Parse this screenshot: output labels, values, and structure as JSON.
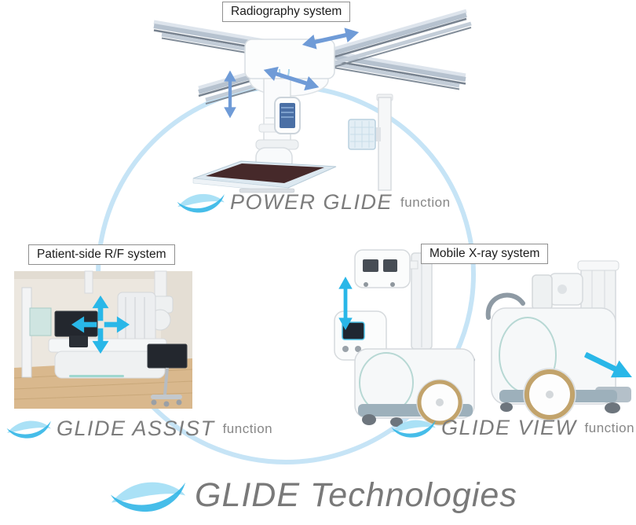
{
  "sections": {
    "radiography": {
      "label": "Radiography system",
      "function_name": "POWER GLIDE",
      "function_suffix": "function"
    },
    "rf": {
      "label": "Patient-side R/F system",
      "function_name": "GLIDE ASSIST",
      "function_suffix": "function"
    },
    "mobile": {
      "label": "Mobile X-ray system",
      "function_name": "GLIDE VIEW",
      "function_suffix": "function"
    }
  },
  "footer": {
    "title": "GLIDE Technologies"
  },
  "colors": {
    "ring": "#c6e4f6",
    "movement_arrow_blue": "#6f9bd7",
    "direction_arrow_cyan": "#29b7e8",
    "text_gray": "#7c7c7c",
    "label_border": "#8f8f8f",
    "logo_wave_light": "#a5dff5",
    "logo_wave_dark": "#2cb4e6"
  },
  "icons": {
    "glide_wave": "double-wave-swoosh",
    "movement_arrow": "double-headed-arrow",
    "direction_arrow": "single-headed-arrow",
    "cross_arrows": "four-way-arrows"
  }
}
